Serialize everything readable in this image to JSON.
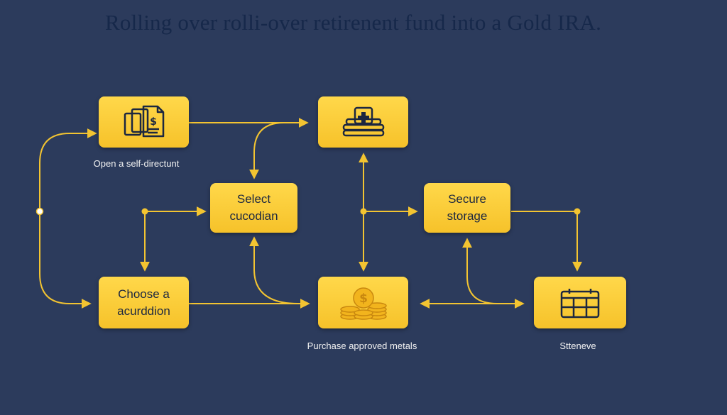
{
  "title": "Rolling over rolli-over retirenent fund into a Gold IRA.",
  "colors": {
    "background": "#2c3b5c",
    "node": "#f6c22a",
    "connector": "#f3c431",
    "title": "#16284a"
  },
  "nodes": {
    "open_account": {
      "icon": "documents-icon",
      "caption": "Open a self-directunt"
    },
    "fund_account": {
      "icon": "money-stack-icon"
    },
    "select_custodian": {
      "line1": "Select",
      "line2": "cucodian"
    },
    "secure_storage": {
      "line1": "Secure",
      "line2": "storage"
    },
    "choose_accreditation": {
      "line1": "Choose a",
      "line2": "acurddion"
    },
    "purchase_metals": {
      "icon": "gold-coins-icon",
      "caption": "Purchase approved metals"
    },
    "storage_schedule": {
      "icon": "calendar-icon",
      "caption": "Stteneve"
    }
  }
}
